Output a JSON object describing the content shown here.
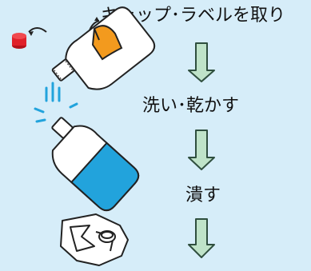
{
  "steps": [
    {
      "label": "キャップ･ラベルを取り"
    },
    {
      "label": "洗い･乾かす"
    },
    {
      "label": "潰す"
    }
  ],
  "icons": [
    "cap-icon",
    "bottle-with-label-icon",
    "water-splash-icon",
    "bottle-with-water-icon",
    "crushed-bottle-icon",
    "down-arrow-icon"
  ],
  "colors": {
    "background": "#d6edf9",
    "arrow_fill": "#bfe3c9",
    "arrow_stroke": "#2f4f3f",
    "cap": "#e0202a",
    "label_orange": "#f39a1e",
    "water": "#22a3dc",
    "outline": "#222222"
  }
}
